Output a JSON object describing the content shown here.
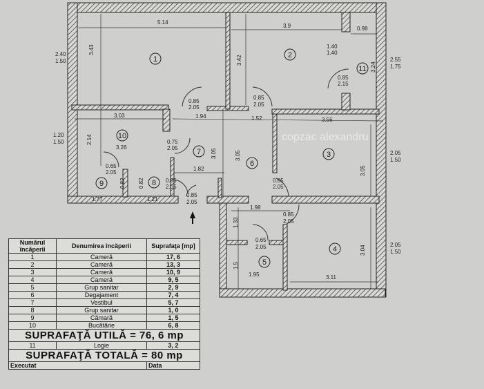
{
  "plan": {
    "rooms": [
      "1",
      "2",
      "3",
      "4",
      "5",
      "6",
      "7",
      "8",
      "9",
      "10",
      "11"
    ],
    "dims": {
      "r1_w": "5.14",
      "r1_h": "3.43",
      "r2_w": "3.9",
      "r2_h": "3.42",
      "r11_w": "0.98",
      "r11_h": "3.24",
      "r10_w": "3.03",
      "r10_h": "2.14",
      "r10_extra": "3.26",
      "hall_w": "1.94",
      "r6_w": "1.52",
      "r3_w": "3.56",
      "r3_h": "3.05",
      "r7_h": "3.05",
      "r6_h": "3.05",
      "r7_w": "1.82",
      "r9_w": "1.77",
      "r9_h": "0.82",
      "r8_h": "0.82",
      "r8_w": "1.21",
      "low_w": "1.98",
      "low_h": "1.33",
      "r5_h": "1.5",
      "r5_w": "1.95",
      "r4_w": "3.11",
      "r4_h": "3.04"
    },
    "doors": {
      "d1": [
        "0.85",
        "2.05"
      ],
      "d2": [
        "0.85",
        "2.05"
      ],
      "d11": [
        "0.85",
        "2.15"
      ],
      "dwin": [
        "1.40",
        "1.40"
      ],
      "d10": [
        "0.75",
        "2.05"
      ],
      "d9": [
        "0.65",
        "2.05"
      ],
      "d8": [
        "0.65",
        "2.05"
      ],
      "dentry": [
        "0.85",
        "2.05"
      ],
      "d3": [
        "0.85",
        "2.05"
      ],
      "d4": [
        "0.85",
        "2.05"
      ],
      "d5": [
        "0.65",
        "2.05"
      ]
    },
    "windows": {
      "w1": [
        "2.40",
        "1.50"
      ],
      "w10": [
        "1.20",
        "1.50"
      ],
      "w11": [
        "2.55",
        "1.75"
      ],
      "w3": [
        "2.05",
        "1.50"
      ],
      "w4": [
        "2.05",
        "1.50"
      ]
    },
    "watermark": "copzac alexandru"
  },
  "table": {
    "headers": [
      "Numărul încăperii",
      "Denumirea încăperii",
      "Suprafaţa [mp]"
    ],
    "rows": [
      [
        "1",
        "Cameră",
        "17, 6"
      ],
      [
        "2",
        "Cameră",
        "13, 3"
      ],
      [
        "3",
        "Cameră",
        "10, 9"
      ],
      [
        "4",
        "Cameră",
        "9, 5"
      ],
      [
        "5",
        "Grup sanitar",
        "2, 9"
      ],
      [
        "6",
        "Degajament",
        "7, 4"
      ],
      [
        "7",
        "Vestibul",
        "5, 7"
      ],
      [
        "8",
        "Grup sanitar",
        "1, 0"
      ],
      [
        "9",
        "Cămară",
        "1, 5"
      ],
      [
        "10",
        "Bucătărie",
        "6, 8"
      ]
    ],
    "util": "SUPRAFAŢĂ UTILĂ = 76, 6 mp",
    "logie": [
      "11",
      "Logie",
      "3, 2"
    ],
    "total": "SUPRAFAŢĂ TOTALĂ = 80 mp",
    "footer": [
      "Executat",
      "Data"
    ]
  }
}
